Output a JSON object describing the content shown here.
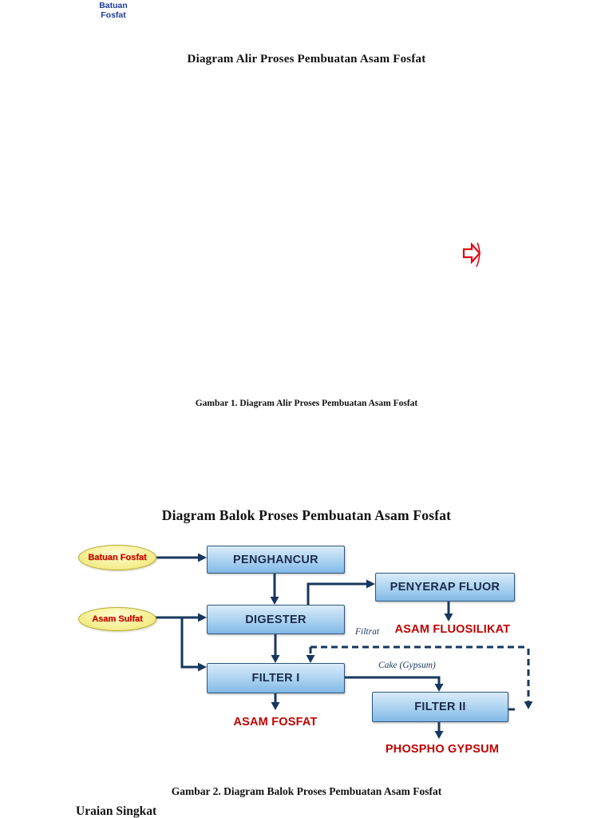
{
  "page": {
    "stray_label": {
      "line1": "Batuan",
      "line2": "Fosfat"
    },
    "figure1": {
      "title": "Diagram Alir Proses Pembuatan Asam Fosfat",
      "caption": "Gambar 1. Diagram Alir Proses Pembuatan Asam Fosfat",
      "red_arrow_icon": "block-arrow-right"
    },
    "figure2": {
      "title": "Diagram Balok Proses Pembuatan Asam Fosfat",
      "caption": "Gambar 2. Diagram Balok Proses Pembuatan Asam Fosfat"
    },
    "section_heading": "Uraian Singkat"
  },
  "diagram": {
    "type": "flow-block-diagram",
    "inputs": {
      "batuan_fosfat": "Batuan Fosfat",
      "asam_sulfat": "Asam Sulfat"
    },
    "process_boxes": {
      "penghancur": "PENGHANCUR",
      "penyerap_fluor": "PENYERAP FLUOR",
      "digester": "DIGESTER",
      "filter1": "FILTER I",
      "filter2": "FILTER II"
    },
    "products": {
      "asam_fluosilikat": "ASAM FLUOSILIKAT",
      "asam_fosfat": "ASAM FOSFAT",
      "phospho_gypsum": "PHOSPHO GYPSUM"
    },
    "stream_labels": {
      "filtrat": "Filtrat",
      "cake_gypsum": "Cake (Gypsum)"
    },
    "flows": [
      {
        "from": "Batuan Fosfat",
        "to": "PENGHANCUR",
        "style": "solid"
      },
      {
        "from": "PENGHANCUR",
        "to": "DIGESTER",
        "style": "solid"
      },
      {
        "from": "DIGESTER",
        "to": "PENYERAP FLUOR",
        "style": "solid"
      },
      {
        "from": "PENYERAP FLUOR",
        "to": "ASAM FLUOSILIKAT",
        "style": "solid"
      },
      {
        "from": "Asam Sulfat",
        "to": "DIGESTER",
        "style": "solid"
      },
      {
        "from": "Asam Sulfat",
        "to": "FILTER I",
        "style": "solid"
      },
      {
        "from": "DIGESTER",
        "to": "FILTER I",
        "style": "solid"
      },
      {
        "from": "FILTER I",
        "to": "ASAM FOSFAT",
        "style": "solid"
      },
      {
        "from": "FILTER I",
        "to": "FILTER II",
        "style": "solid",
        "label": "Cake (Gypsum)"
      },
      {
        "from": "FILTER II",
        "to": "PHOSPHO GYPSUM",
        "style": "solid"
      },
      {
        "from": "FILTER II",
        "to": "FILTER I",
        "style": "dashed",
        "label": "Filtrat"
      }
    ]
  },
  "colors": {
    "line_navy": "#17375E",
    "box_fill_top": "#D8EBFA",
    "box_fill_bottom": "#82B8E6",
    "box_border": "#2F567C",
    "box_text": "#1B2B4D",
    "ellipse_fill": "#F6F098",
    "ellipse_border": "#B6AB33",
    "product_red": "#C00000",
    "ellipse_text_red": "#D40000",
    "stray_label_blue": "#1F3C9C",
    "red_arrow": "#E30613"
  }
}
